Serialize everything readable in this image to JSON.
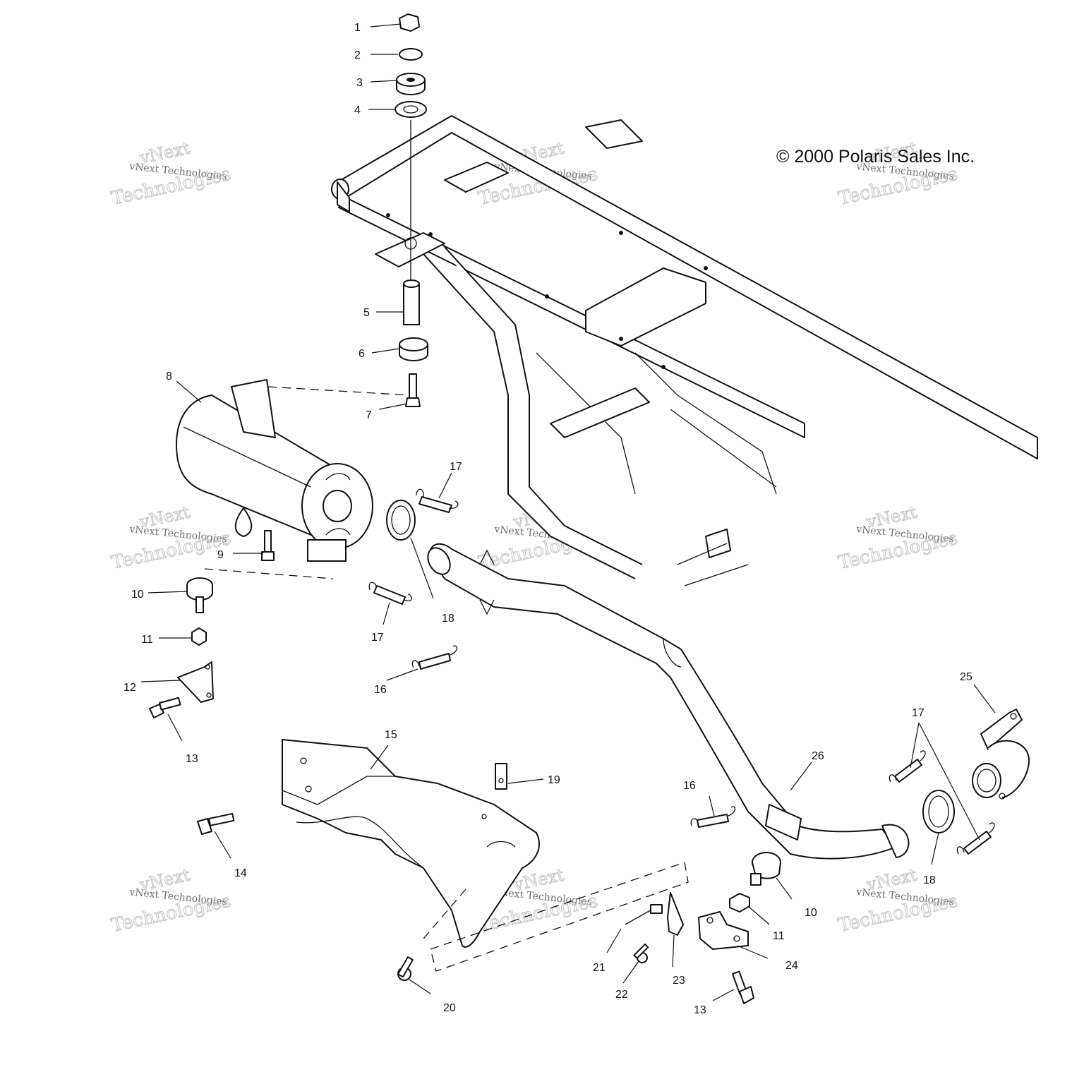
{
  "copyright": "© 2000 Polaris Sales Inc.",
  "watermark": {
    "line1": "vNext",
    "line2": "Technologies",
    "small": "vNext Technologies"
  },
  "callouts": {
    "p1": "1",
    "p2": "2",
    "p3": "3",
    "p4": "4",
    "p5": "5",
    "p6": "6",
    "p7": "7",
    "p8": "8",
    "p9": "9",
    "p10a": "10",
    "p10b": "10",
    "p11a": "11",
    "p11b": "11",
    "p12": "12",
    "p13a": "13",
    "p13b": "13",
    "p14": "14",
    "p15": "15",
    "p16a": "16",
    "p16b": "16",
    "p17a": "17",
    "p17b": "17",
    "p17c": "17",
    "p18a": "18",
    "p18b": "18",
    "p19": "19",
    "p20": "20",
    "p21": "21",
    "p22": "22",
    "p23": "23",
    "p24": "24",
    "p25": "25",
    "p26": "26"
  }
}
